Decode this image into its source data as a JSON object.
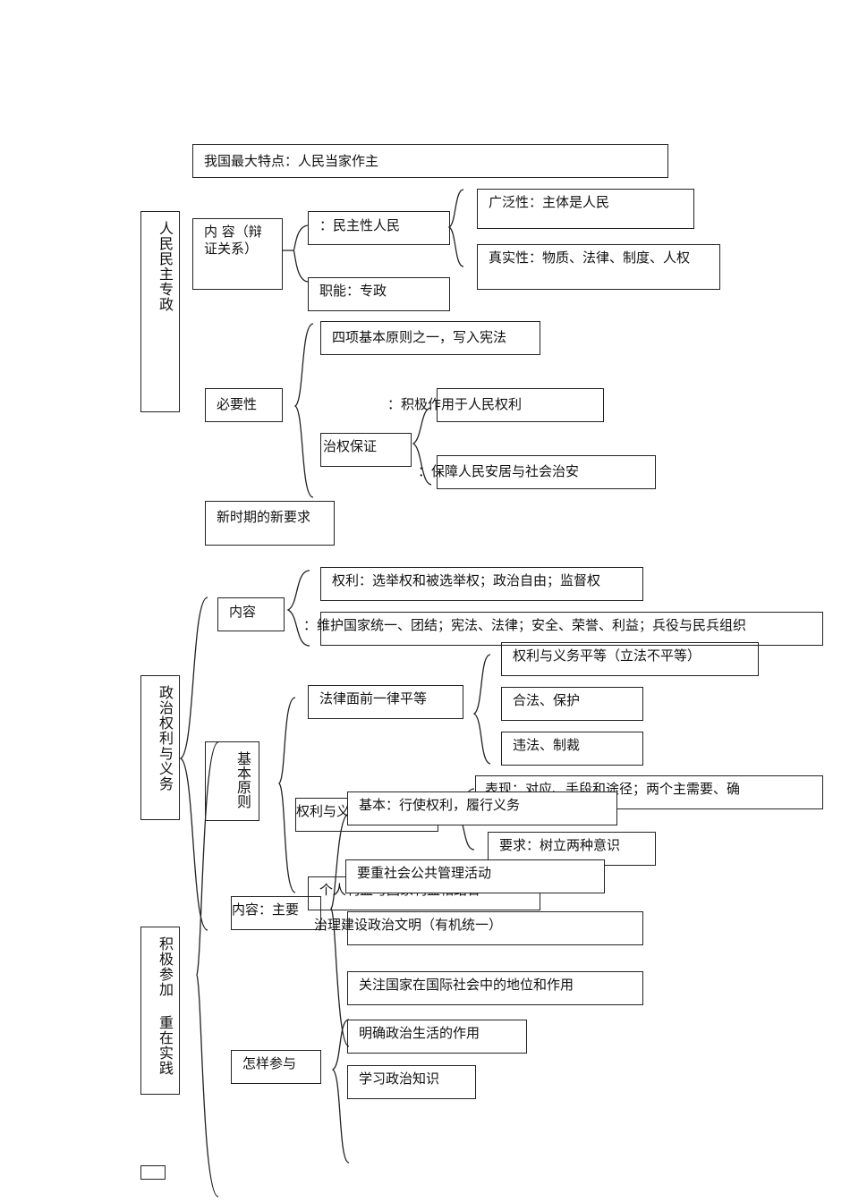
{
  "section1": {
    "title": "人民民主专政",
    "feature": "我国最大特点：人民当家作主",
    "content": "内 容（辩证关系）",
    "democracy": "：民主性人民",
    "broad": "广泛性：主体是人民",
    "real": "真实性：物质、法律、制度、人权",
    "dictatorship": "职能：专政",
    "necessity": "必要性",
    "principle": "四项基本原则之一，写入宪法",
    "guarantee": "治权保证",
    "guarantee_a": "：积极作用于人民权利",
    "guarantee_b": "：保障人民安居与社会治安",
    "new_req": "新时期的新要求"
  },
  "section2": {
    "title": "政治权利与义务",
    "content": "内容",
    "rights": "权利：选举权和被选举权；政治自由；监督权",
    "duties": "：维护国家统一、团结；宪法、法律；安全、荣誉、利益；兵役与民兵组织",
    "principles": "基本原则",
    "equality": "法律面前一律平等",
    "eq1": "权利与义务平等（立法不平等）",
    "eq2": "合法、保护",
    "eq3": "违法、制裁",
    "unity": "权利与义务统一",
    "unity_show": "表现：对应、手段和途径；两个主需要、确",
    "unity_basic": "基本：行使权利，履行义务",
    "unity_req": "要求：树立两种意识",
    "combine": "个人利益与国家利益相结合"
  },
  "section3": {
    "title": "积极参加 重在实践",
    "content": "内容：主要",
    "public": "要重社会公共管理活动",
    "politics": "治理建设政治文明（有机统一）",
    "international": "关注国家在国际社会中的地位和作用",
    "how": "怎样参与",
    "clarify": "明确政治生活的作用",
    "learn": "学习政治知识"
  }
}
